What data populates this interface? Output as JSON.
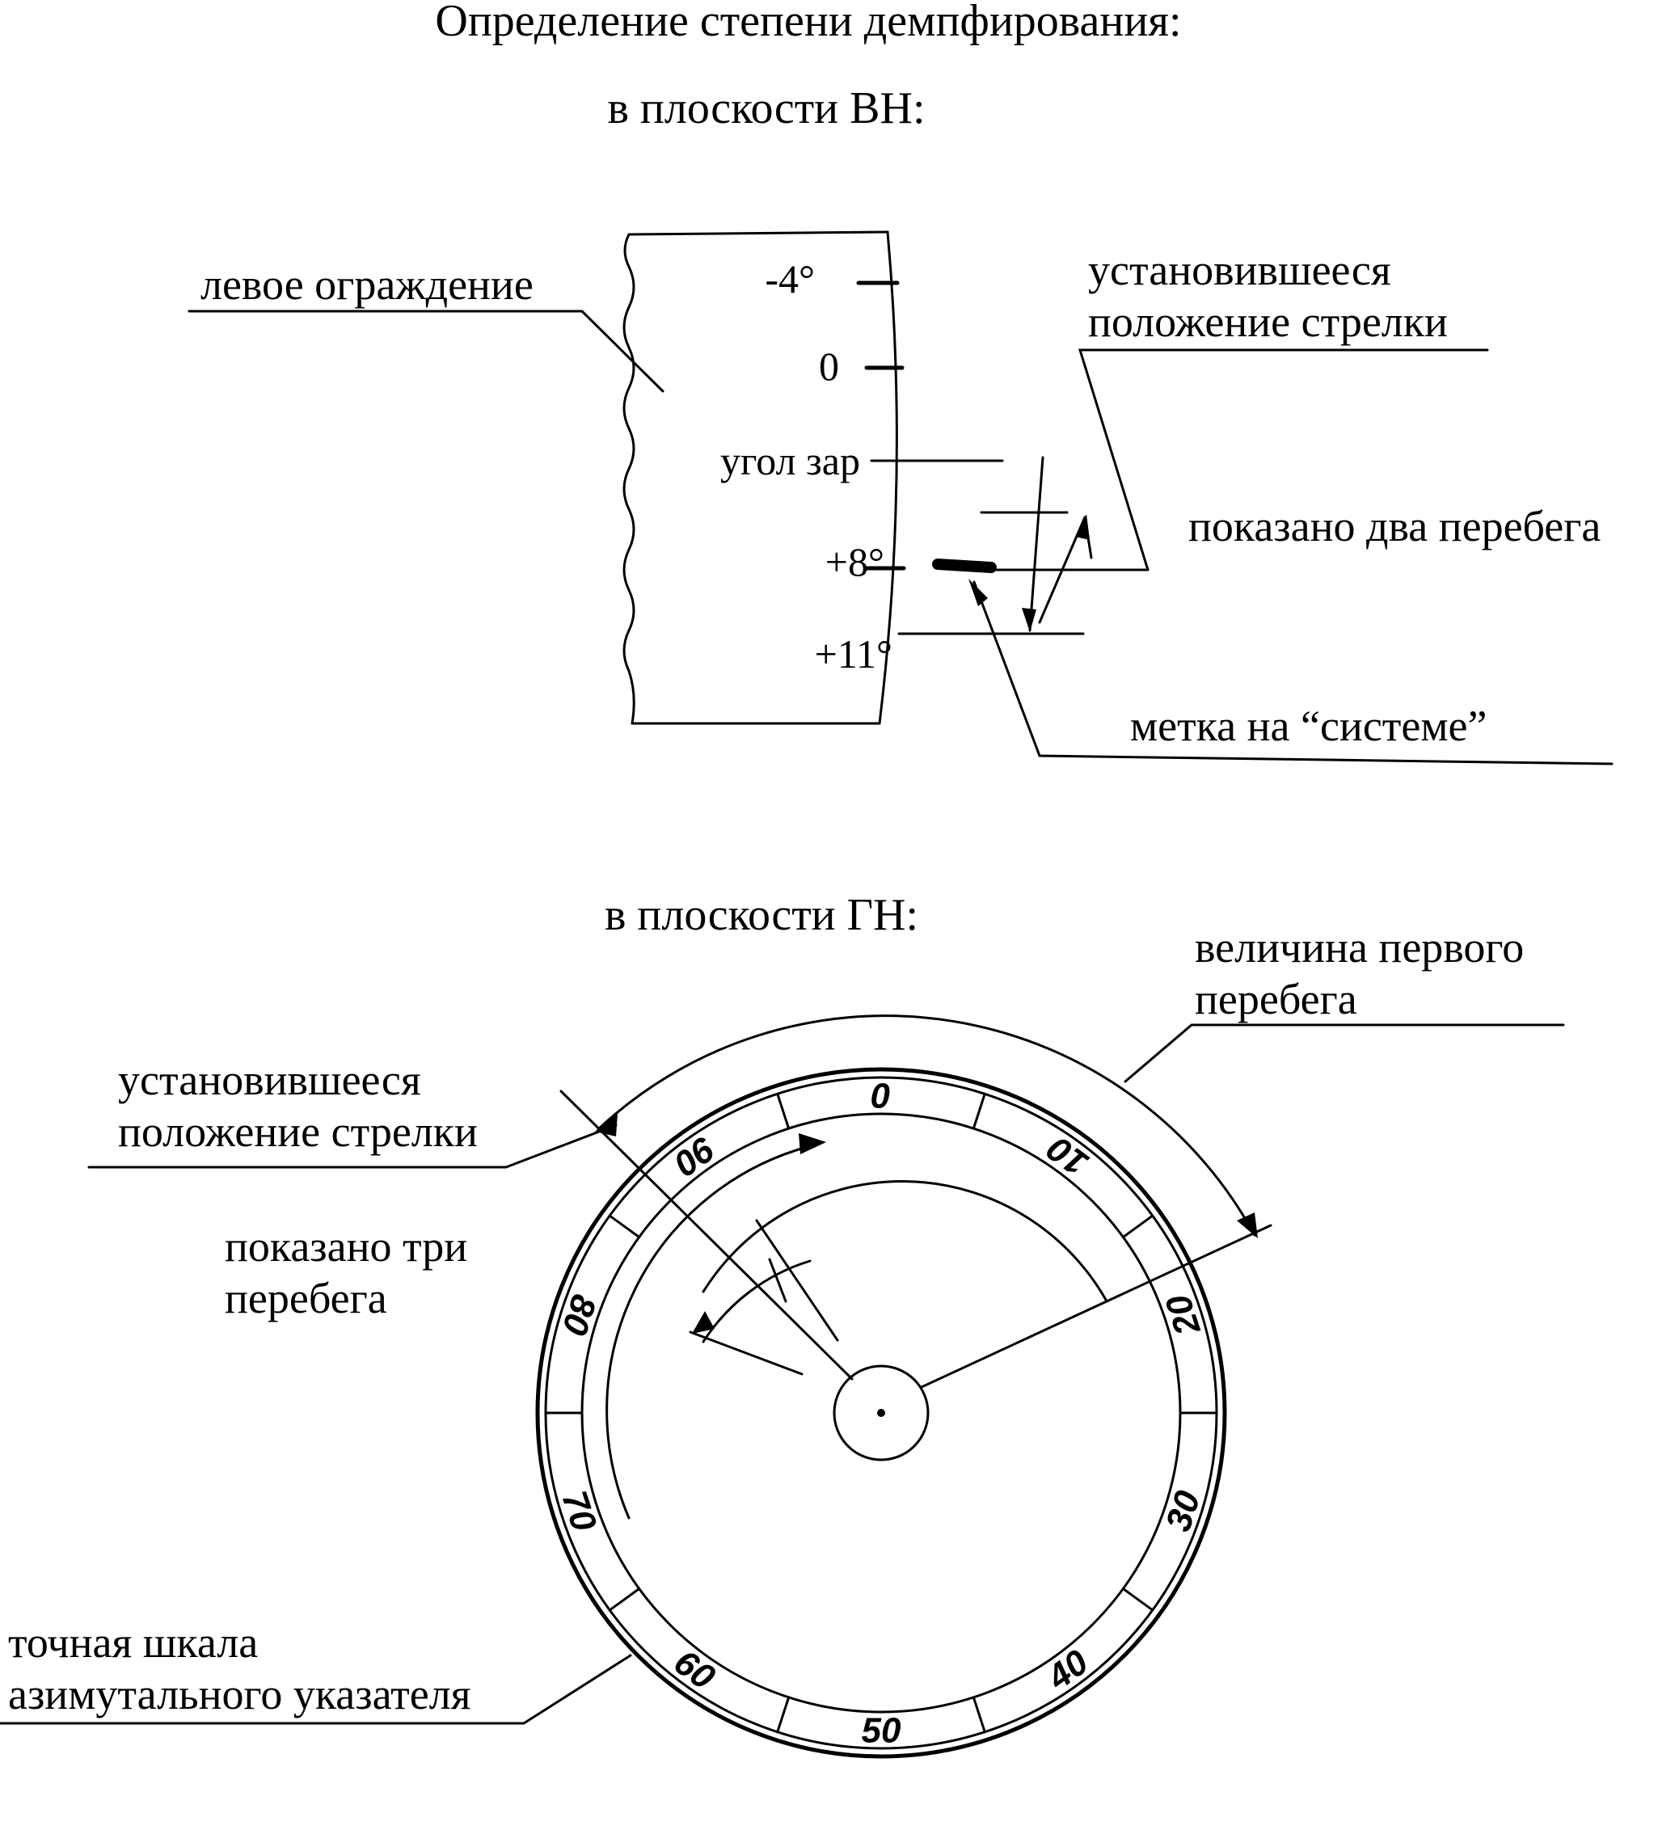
{
  "header": {
    "title": "Определение степени демпфирования:",
    "vn_title": "в плоскости ВН:",
    "gn_title": "в плоскости ГН:"
  },
  "vn": {
    "left_guard_label": "левое ограждение",
    "steady_position_label_line1": "установившееся",
    "steady_position_label_line2": "положение стрелки",
    "two_overshoots_label": "показано два перебега",
    "system_mark_label": "метка на “системе”",
    "scale_ticks": [
      "-4°",
      "0",
      "угол зар",
      "+8°",
      "+11°"
    ]
  },
  "gn": {
    "first_overshoot_label_line1": "величина первого",
    "first_overshoot_label_line2": "перебега",
    "steady_position_label_line1": "установившееся",
    "steady_position_label_line2": "положение стрелки",
    "three_overshoots_label_line1": "показано три",
    "three_overshoots_label_line2": "перебега",
    "fine_scale_label_line1": "точная шкала",
    "fine_scale_label_line2": "азимутального указателя",
    "dial_numbers": [
      "0",
      "10",
      "20",
      "30",
      "40",
      "50",
      "60",
      "70",
      "80",
      "90"
    ]
  }
}
